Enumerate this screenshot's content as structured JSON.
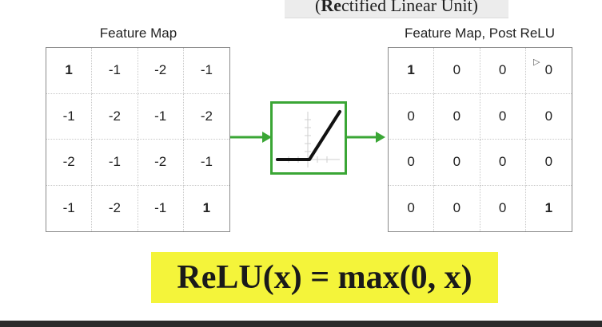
{
  "title": {
    "prefix": "(",
    "bold_letters": "Re",
    "rest": "ctified Linear Unit)"
  },
  "input_map": {
    "label": "Feature Map",
    "rows": [
      [
        {
          "v": "1",
          "bold": true
        },
        {
          "v": "-1"
        },
        {
          "v": "-2"
        },
        {
          "v": "-1"
        }
      ],
      [
        {
          "v": "-1"
        },
        {
          "v": "-2"
        },
        {
          "v": "-1"
        },
        {
          "v": "-2"
        }
      ],
      [
        {
          "v": "-2"
        },
        {
          "v": "-1"
        },
        {
          "v": "-2"
        },
        {
          "v": "-1"
        }
      ],
      [
        {
          "v": "-1"
        },
        {
          "v": "-2"
        },
        {
          "v": "-1"
        },
        {
          "v": "1",
          "bold": true
        }
      ]
    ]
  },
  "output_map": {
    "label": "Feature Map, Post ReLU",
    "rows": [
      [
        {
          "v": "1",
          "bold": true
        },
        {
          "v": "0"
        },
        {
          "v": "0"
        },
        {
          "v": "0"
        }
      ],
      [
        {
          "v": "0"
        },
        {
          "v": "0"
        },
        {
          "v": "0"
        },
        {
          "v": "0"
        }
      ],
      [
        {
          "v": "0"
        },
        {
          "v": "0"
        },
        {
          "v": "0"
        },
        {
          "v": "0"
        }
      ],
      [
        {
          "v": "0"
        },
        {
          "v": "0"
        },
        {
          "v": "0"
        },
        {
          "v": "1",
          "bold": true
        }
      ]
    ]
  },
  "formula": "ReLU(x) = max(0, x)",
  "colors": {
    "accent_green": "#3aa635",
    "highlight_yellow": "#f4f43a"
  },
  "icons": [
    "relu-graph-icon",
    "arrow-right-icon",
    "cursor-icon"
  ]
}
